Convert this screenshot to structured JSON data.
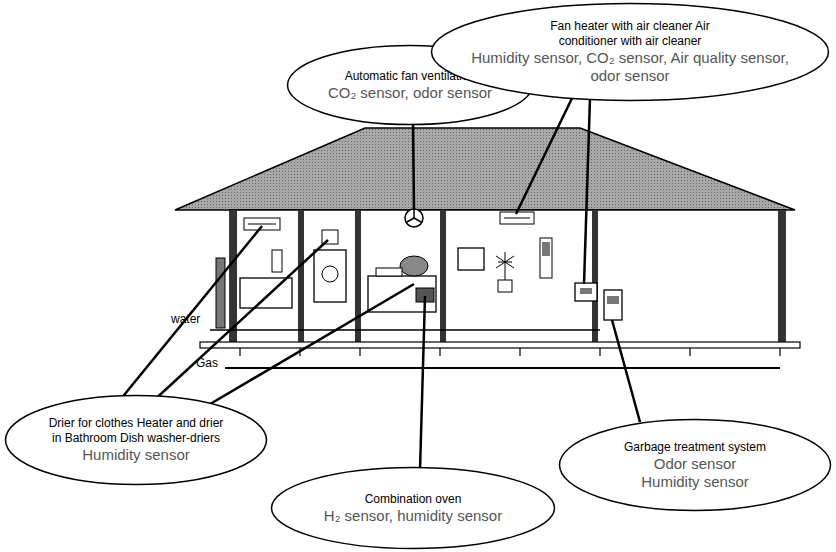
{
  "diagram": {
    "nodes": [
      {
        "text": [
          "Automatic fan ventilation",
          "CO₂ sensor, odor sensor"
        ]
      },
      {
        "text": [
          "Fan heater with air cleaner Air conditioner with air cleaner",
          "Humidity sensor, CO₂ sensor, Air quality sensor, odor sensor"
        ]
      },
      {
        "text": [
          "Drier for clothes Heater and drier in Bathroom Dish washer-driers",
          "Humidity sensor"
        ]
      },
      {
        "text": [
          "Combination oven",
          "H₂ sensor, humidity sensor"
        ]
      },
      {
        "text": [
          "Garbage treatment system",
          "Odor sensor",
          "Humidity sensor"
        ]
      }
    ],
    "labels": [
      "water",
      "Gas"
    ]
  }
}
